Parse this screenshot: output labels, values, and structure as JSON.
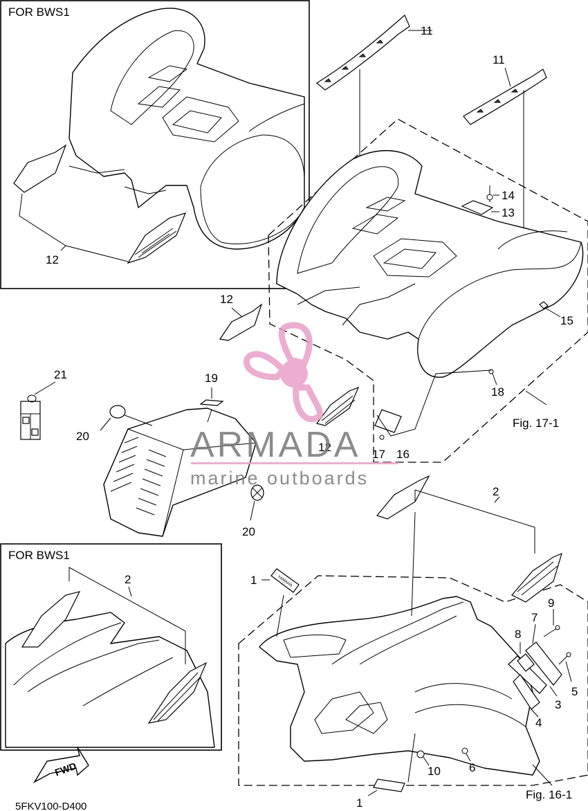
{
  "inset_boxes": [
    {
      "title": "FOR BWS1"
    },
    {
      "title": "FOR BWS1"
    }
  ],
  "part_labels": {
    "p1a": "1",
    "p1b": "1",
    "p2a": "2",
    "p2b": "2",
    "p3": "3",
    "p4": "4",
    "p5": "5",
    "p6": "6",
    "p7": "7",
    "p8": "8",
    "p9": "9",
    "p10": "10",
    "p11a": "11",
    "p11b": "11",
    "p12a": "12",
    "p12b": "12",
    "p12c": "12",
    "p13": "13",
    "p14": "14",
    "p15": "15",
    "p16": "16",
    "p17": "17",
    "p18": "18",
    "p19": "19",
    "p20a": "20",
    "p20b": "20",
    "p21": "21"
  },
  "figure_refs": {
    "fig17": "Fig. 17-1",
    "fig16": "Fig. 16-1"
  },
  "diagram_code": "5FKV100-D400",
  "fwd_label": "FWD",
  "decal_text": "YAMAHA",
  "watermark": {
    "brand": "ARMADA",
    "tagline": "marine outboards",
    "accent_color": "#e8a0c8",
    "text_color": "#777777"
  }
}
